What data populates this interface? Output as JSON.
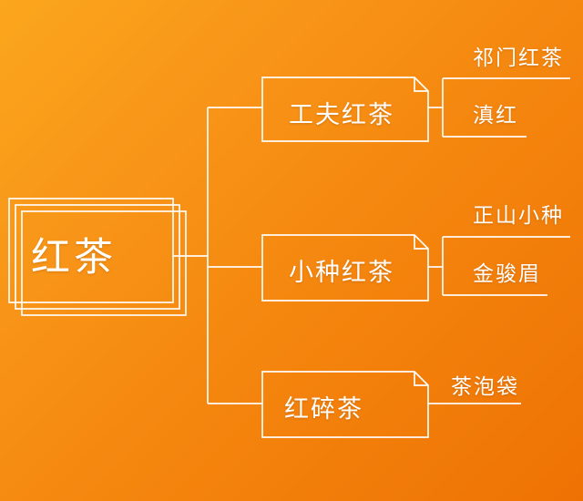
{
  "diagram": {
    "type": "mind-map",
    "title": "红茶",
    "orientation": "left-to-right",
    "background": {
      "gradient_from": "#FBA61D",
      "gradient_to": "#EE7203",
      "direction": "top-left-to-bottom-right"
    },
    "stroke_color": "#FFFFFF",
    "text_color": "#FFFFFF"
  },
  "root": {
    "label": "红茶",
    "style": "stacked-cards",
    "card_count": 3
  },
  "branches": [
    {
      "label": "工夫红茶",
      "style": "folded-corner-box",
      "children": [
        {
          "label": "祁门红茶",
          "style": "underline"
        },
        {
          "label": "滇红",
          "style": "underline"
        }
      ]
    },
    {
      "label": "小种红茶",
      "style": "folded-corner-box",
      "children": [
        {
          "label": "正山小种",
          "style": "underline"
        },
        {
          "label": "金骏眉",
          "style": "underline"
        }
      ]
    },
    {
      "label": "红碎茶",
      "style": "folded-corner-box",
      "children": [
        {
          "label": "茶泡袋",
          "style": "underline"
        }
      ]
    }
  ]
}
